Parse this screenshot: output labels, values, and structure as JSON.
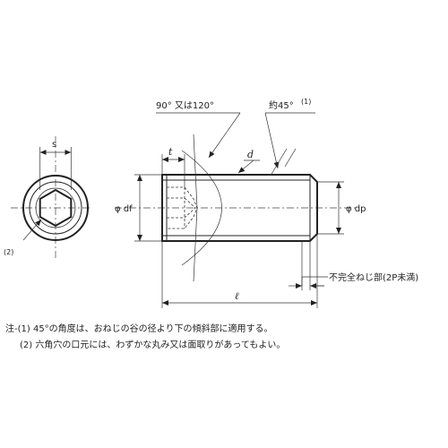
{
  "labels": {
    "angle_options": "90° 又は120°",
    "chamfer_angle": "約45°",
    "chamfer_note_ref": "(1)",
    "dim_s": "s",
    "dim_t": "t",
    "dim_d": "d",
    "dim_df": "φ df",
    "dim_dp": "φ dp",
    "dim_l": "ℓ",
    "end_view_ref": "(2)",
    "incomplete_thread": "不完全ねじ部(2P未満)"
  },
  "notes": {
    "note1": "注-(1) 45°の角度は、おねじの谷の径より下の傾斜部に適用する。",
    "note2": "(2) 六角穴の口元には、わずかな丸み又は面取りがあってもよい。"
  }
}
